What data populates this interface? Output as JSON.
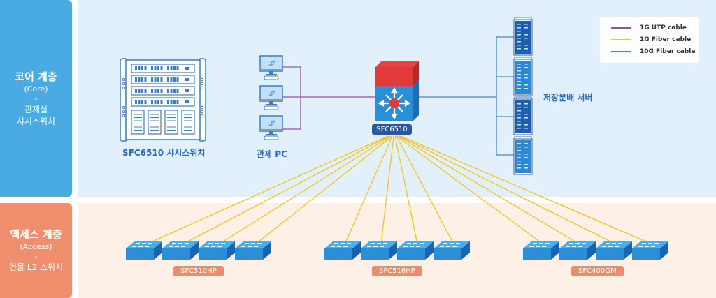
{
  "layers": {
    "core": {
      "title": "코어 계층",
      "subtitle": "(Core)",
      "dash": "-",
      "desc_line1": "관제실",
      "desc_line2": "샤시스위치",
      "color": "#4aaae4"
    },
    "access": {
      "title": "액세스 계층",
      "subtitle": "(Access)",
      "dash": "-",
      "desc_line1": "건물 L2 스위치",
      "color": "#f08f6e"
    }
  },
  "legend": {
    "items": [
      {
        "label": "1G UTP cable",
        "color": "#9b4fa8"
      },
      {
        "label": "1G Fiber cable",
        "color": "#f5c31a"
      },
      {
        "label": "10G Fiber cable",
        "color": "#4a86c8"
      }
    ]
  },
  "nodes": {
    "chassis": {
      "label": "SFC6510 샤시스위치"
    },
    "control_pc": {
      "label": "관제 PC",
      "count": 3
    },
    "core_switch": {
      "label": "SFC6510"
    },
    "storage": {
      "label": "저장분배 서버",
      "count": 4
    },
    "access_groups": [
      {
        "label": "SFC510HP",
        "switch_count": 4
      },
      {
        "label": "SFC516HP",
        "switch_count": 4
      },
      {
        "label": "SFC400GM",
        "switch_count": 4
      }
    ]
  }
}
